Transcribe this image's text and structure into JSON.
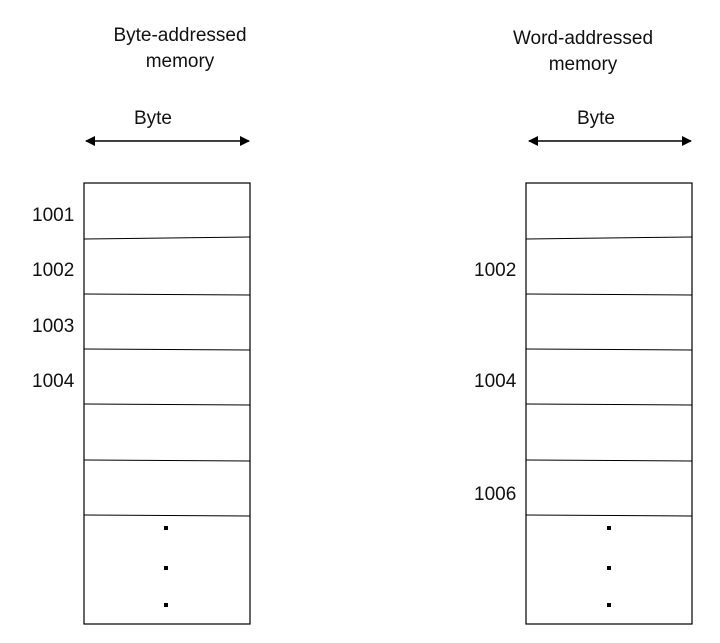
{
  "diagrams": [
    {
      "title_line1": "Byte-addressed",
      "title_line2": "memory",
      "width_label": "Byte",
      "addresses": [
        "1001",
        "1002",
        "1003",
        "1004"
      ]
    },
    {
      "title_line1": "Word-addressed",
      "title_line2": "memory",
      "width_label": "Byte",
      "addresses": [
        "1002",
        "1004",
        "1006"
      ]
    }
  ]
}
